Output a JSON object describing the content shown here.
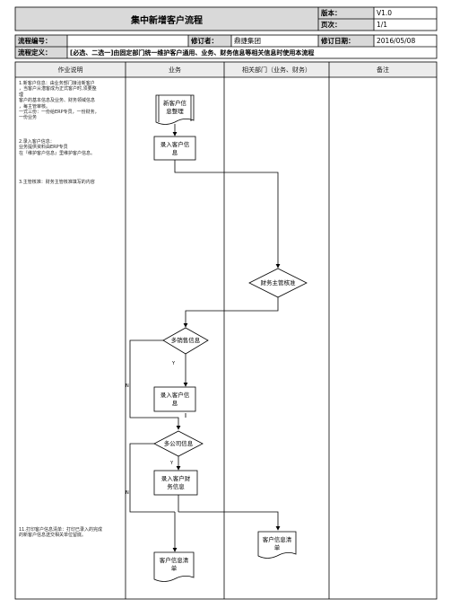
{
  "header": {
    "title": "集中新增客户流程",
    "version_label": "版本：",
    "version_value": "V1.0",
    "page_label": "页次：",
    "page_value": "1/1",
    "process_no_label": "流程编号：",
    "process_no_value": "",
    "reviser_label": "修订者：",
    "reviser_value": "鼎捷集团",
    "revise_date_label": "修订日期：",
    "revise_date_value": "2016/05/08",
    "definition_label": "流程定义：",
    "definition_value": "[必选、二选一]由固定部门统一维护客户通用、业务、财务信息等相关信息时使用本流程"
  },
  "columns": {
    "desc": "作业说明",
    "business": "业务",
    "related": "相关部门（业务、财务）",
    "remark": "备注"
  },
  "notes": {
    "n1": "1.新客户信息：由业务部门接洽新客户\n，当客户从潜客成为正式客户时,须要整\n理\n客户的基本信息及业务、财务领域信息\n，每主管审核。\n一式三份：一份给ERP专员，一份财务，\n一份业务",
    "n2": "2.录入客户信息：\n业务提供资料由ERP专员\n在『维护客户信息』里维护客户信息。",
    "n3": "3.主管核准：财务主管核准填写的内容",
    "n11": "11.打印客户信息清单：打印已录入的完成\n的新客户信息送交相关单位留底。"
  },
  "flow": {
    "doc_collect": [
      "新客户信",
      "息整理"
    ],
    "input1": [
      "录入客户信",
      "息"
    ],
    "finance_approve": "财务主管核准",
    "multi_sales": "多销售信息",
    "input2": [
      "录入客户信",
      "息"
    ],
    "multi_company": "多公司信息",
    "input_finance": [
      "录入客户财",
      "务信息"
    ],
    "list_right": [
      "客户信息清",
      "单"
    ],
    "list_bottom": [
      "客户信息清",
      "单"
    ],
    "yes": "Y",
    "no": "N"
  }
}
